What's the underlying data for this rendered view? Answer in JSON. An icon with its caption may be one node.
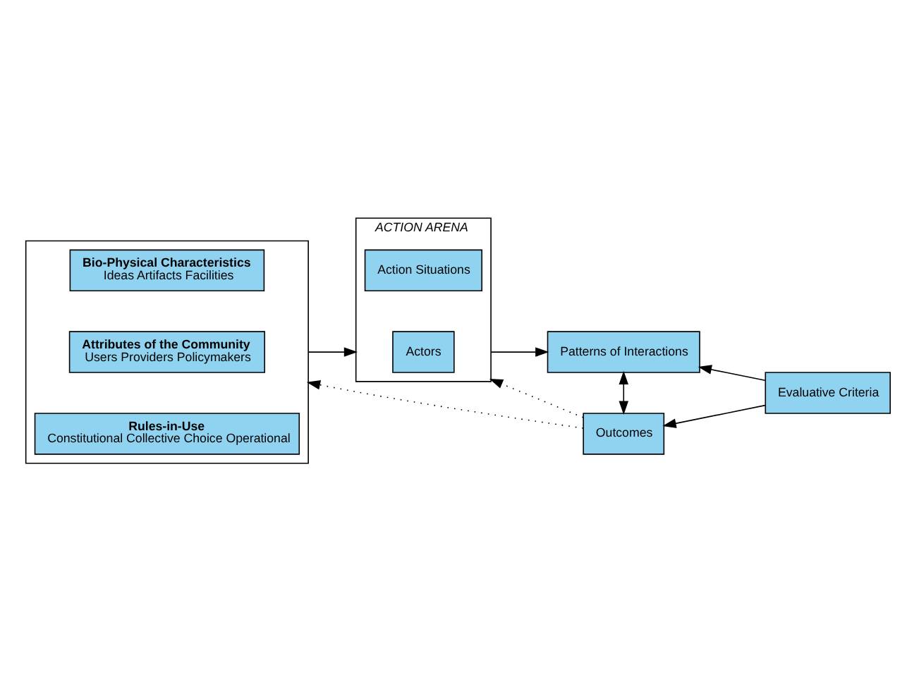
{
  "diagram": {
    "nodes": [
      {
        "text": [],
        "shape": "box"
      },
      {
        "text": [
          "Bio-Physical Characteristics",
          "Ideas Artifacts Facilities"
        ],
        "in": 0
      },
      {
        "text": [
          "Attributes of the Community",
          "Users Providers Policymakers"
        ],
        "in": 0
      },
      {
        "text": [
          "Rules-in-Use",
          "Constitutional Collective Choice Operational"
        ],
        "in": 0
      },
      {
        "text": [
          "ACTION ARENA"
        ]
      },
      {
        "text": [
          "Action Situations"
        ],
        "in": 4
      },
      {
        "text": [
          "Actors"
        ],
        "in": 4
      },
      {
        "text": [
          "Patterns of Interactions"
        ]
      },
      {
        "text": [
          "Evaluative Criteria"
        ]
      },
      {
        "text": [
          "Outcomes"
        ]
      }
    ],
    "edges": [
      {
        "from": 0,
        "to": 4,
        "arrow": "to"
      },
      {
        "from": 4,
        "to": 7,
        "arrow": "to"
      },
      {
        "from": 8,
        "to": 7,
        "arrow": "to"
      },
      {
        "from": 8,
        "to": 9,
        "arrow": "to"
      },
      {
        "from": 7,
        "to": 9,
        "arrow": "both"
      },
      {
        "from": 9,
        "to": 0,
        "arrow": "to",
        "style": "dashed"
      },
      {
        "from": 9,
        "to": 4,
        "arrow": "to",
        "style": "dashed"
      }
    ]
  }
}
